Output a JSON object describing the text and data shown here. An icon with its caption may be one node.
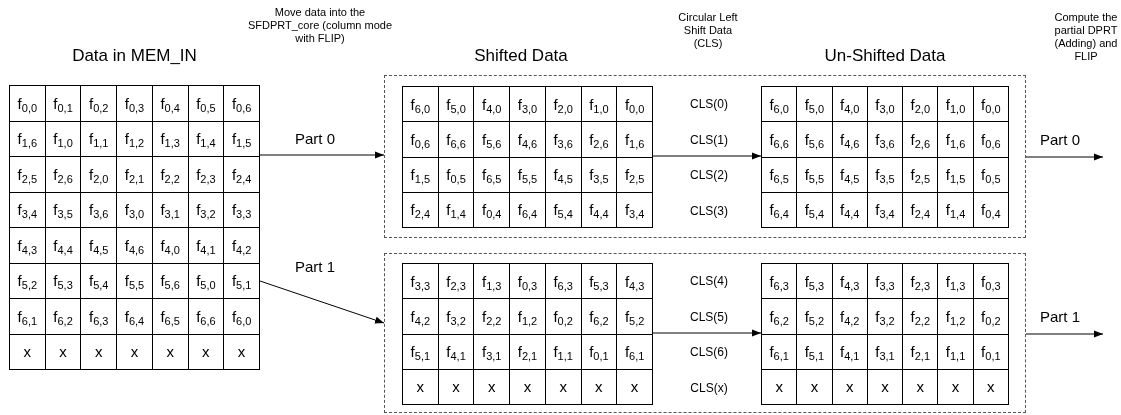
{
  "diagram": {
    "nodes": [
      {
        "text": [
          "Data in MEM_IN",
          "f$_{0,0}$",
          "f$_{0,1}$",
          "f$_{0,2}$",
          "f$_{0,3}$",
          "f$_{0,4}$",
          "f$_{0,5}$",
          "f$_{0,6}$",
          "f$_{1,6}$",
          "f$_{1,0}$",
          "f$_{1,1}$",
          "f$_{1,2}$",
          "f$_{1,3}$",
          "f$_{1,4}$",
          "f$_{1,5}$",
          "f$_{2,5}$",
          "f$_{2,6}$",
          "f$_{2,0}$",
          "f$_{2,1}$",
          "f$_{2,2}$",
          "f$_{2,3}$",
          "f$_{2,4}$",
          "f$_{3,4}$",
          "f$_{3,5}$",
          "f$_{3,6}$",
          "f$_{3,0}$",
          "f$_{3,1}$",
          "f$_{3,2}$",
          "f$_{3,3}$",
          "f$_{4,3}$",
          "f$_{4,4}$",
          "f$_{4,5}$",
          "f$_{4,6}$",
          "f$_{4,0}$",
          "f$_{4,1}$",
          "f$_{4,2}$",
          "f$_{5,2}$",
          "f$_{5,3}$",
          "f$_{5,4}$",
          "f$_{5,5}$",
          "f$_{5,6}$",
          "f$_{5,0}$",
          "f$_{5,1}$",
          "f$_{6,1}$",
          "f$_{6,2}$",
          "f$_{6,3}$",
          "f$_{6,4}$",
          "f$_{6,5}$",
          "f$_{6,6}$",
          "f$_{6,0}$",
          "x",
          "x",
          "x",
          "x",
          "x",
          "x",
          "x"
        ]
      },
      {
        "text": [
          "CLS(0)",
          "CLS(1)",
          "CLS(2)",
          "CLS(3)"
        ]
      },
      {
        "text": [
          "f$_{6,0}$",
          "f$_{5,0}$",
          "f$_{4,0}$",
          "f$_{3,0}$",
          "f$_{2,0}$",
          "f$_{1,0}$",
          "f$_{0,0}$",
          "f$_{0,6}$",
          "f$_{6,6}$",
          "f$_{5,6}$",
          "f$_{4,6}$",
          "f$_{3,6}$",
          "f$_{2,6}$",
          "f$_{1,6}$",
          "f$_{1,5}$",
          "f$_{0,5}$",
          "f$_{6,5}$",
          "f$_{5,5}$",
          "f$_{4,5}$",
          "f$_{3,5}$",
          "f$_{2,5}$",
          "f$_{2,4}$",
          "f$_{1,4}$",
          "f$_{0,4}$",
          "f$_{6,4}$",
          "f$_{5,4}$",
          "f$_{4,4}$",
          "f$_{3,4}$"
        ],
        "in": 1
      },
      {
        "text": [
          "f$_{6,0}$",
          "f$_{5,0}$",
          "f$_{4,0}$",
          "f$_{3,0}$",
          "f$_{2,0}$",
          "f$_{1,0}$",
          "f$_{0,0}$",
          "f$_{6,6}$",
          "f$_{5,6}$",
          "f$_{4,6}$",
          "f$_{3,6}$",
          "f$_{2,6}$",
          "f$_{1,6}$",
          "f$_{0,6}$",
          "f$_{6,5}$",
          "f$_{5,5}$",
          "f$_{4,5}$",
          "f$_{3,5}$",
          "f$_{2,5}$",
          "f$_{1,5}$",
          "f$_{0,5}$",
          "f$_{6,4}$",
          "f$_{5,4}$",
          "f$_{4,4}$",
          "f$_{3,4}$",
          "f$_{2,4}$",
          "f$_{1,4}$",
          "f$_{0,4}$"
        ],
        "in": 1
      },
      {
        "text": [
          "CLS(4)",
          "CLS(5)",
          "CLS(6)",
          "CLS(x)"
        ]
      },
      {
        "text": [
          "f$_{3,3}$",
          "f$_{2,3}$",
          "f$_{1,3}$",
          "f$_{0,3}$",
          "f$_{6,3}$",
          "f$_{5,3}$",
          "f$_{4,3}$",
          "f$_{4,2}$",
          "f$_{3,2}$",
          "f$_{2,2}$",
          "f$_{1,2}$",
          "f$_{0,2}$",
          "f$_{6,2}$",
          "f$_{5,2}$",
          "f$_{5,1}$",
          "f$_{4,1}$",
          "f$_{3,1}$",
          "f$_{2,1}$",
          "f$_{1,1}$",
          "f$_{0,1}$",
          "f$_{6,1}$",
          "x",
          "x",
          "x",
          "x",
          "x",
          "x",
          "x"
        ],
        "in": 4
      },
      {
        "text": [
          "f$_{6,3}$",
          "f$_{5,3}$",
          "f$_{4,3}$",
          "f$_{3,3}$",
          "f$_{2,3}$",
          "f$_{1,3}$",
          "f$_{0,3}$",
          "f$_{6,2}$",
          "f$_{5,2}$",
          "f$_{4,2}$",
          "f$_{3,2}$",
          "f$_{2,2}$",
          "f$_{1,2}$",
          "f$_{0,2}$",
          "f$_{6,1}$",
          "f$_{5,1}$",
          "f$_{4,1}$",
          "f$_{3,1}$",
          "f$_{2,1}$",
          "f$_{1,1}$",
          "f$_{0,1}$",
          "x",
          "x",
          "x",
          "x",
          "x",
          "x",
          "x"
        ],
        "in": 4
      }
    ],
    "edges": [
      {
        "from": 0,
        "to": 1,
        "arrow": "to",
        "label": "Part 0"
      },
      {
        "from": 0,
        "to": 4,
        "arrow": "to",
        "label": "Part 1"
      },
      {
        "from": 2,
        "to": 3,
        "arrow": "to"
      },
      {
        "from": 5,
        "to": 6,
        "arrow": "to"
      },
      {
        "from": 1,
        "to": null,
        "arrow": "to",
        "label": "Part 0"
      },
      {
        "from": 4,
        "to": null,
        "arrow": "to",
        "label": "Part 1"
      }
    ],
    "labels": [
      "Move data into the SFDPRT_core (column mode with FLIP)",
      "Shifted Data",
      "Circular Left Shift Data (CLS)",
      "Un-Shifted Data",
      "Compute the partial DPRT (Adding) and FLIP"
    ]
  }
}
